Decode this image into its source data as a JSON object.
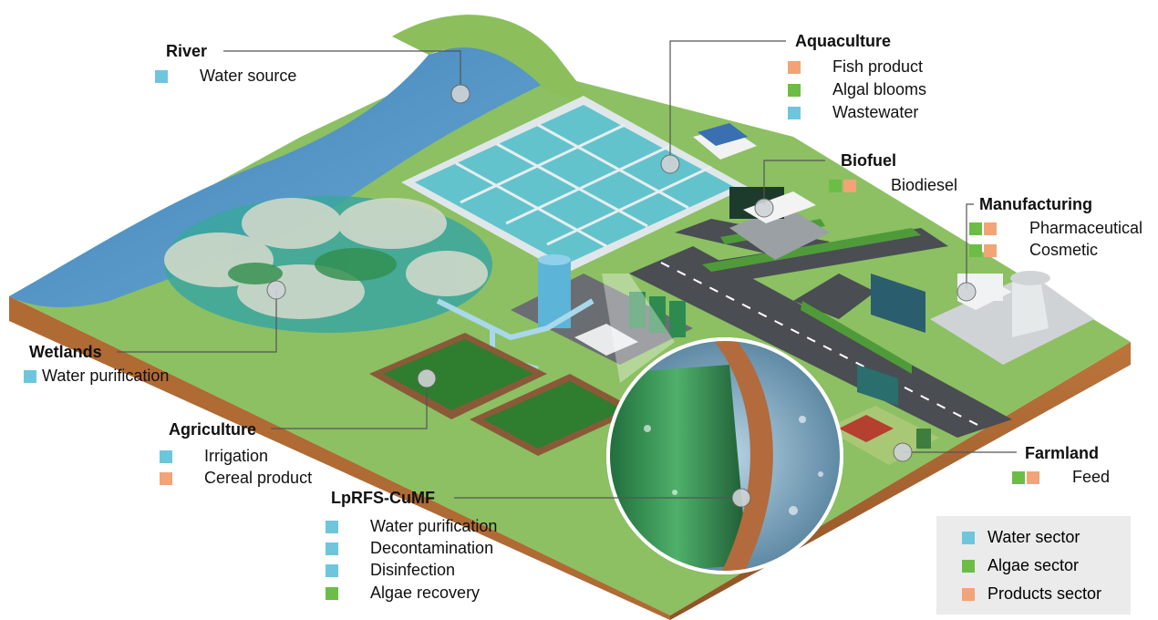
{
  "colors": {
    "water": "#6ec6dc",
    "algae": "#6cbd45",
    "products": "#f2a477"
  },
  "river": {
    "title": "River",
    "items": [
      {
        "label": "Water source",
        "sectors": [
          "water"
        ]
      }
    ]
  },
  "aquaculture": {
    "title": "Aquaculture",
    "items": [
      {
        "label": "Fish product",
        "sectors": [
          "products"
        ]
      },
      {
        "label": "Algal blooms",
        "sectors": [
          "algae"
        ]
      },
      {
        "label": "Wastewater",
        "sectors": [
          "water"
        ]
      }
    ]
  },
  "biofuel": {
    "title": "Biofuel",
    "items": [
      {
        "label": "Biodiesel",
        "sectors": [
          "algae",
          "products"
        ]
      }
    ]
  },
  "manufacturing": {
    "title": "Manufacturing",
    "items": [
      {
        "label": "Pharmaceutical",
        "sectors": [
          "algae",
          "products"
        ]
      },
      {
        "label": "Cosmetic",
        "sectors": [
          "algae",
          "products"
        ]
      }
    ]
  },
  "wetlands": {
    "title": "Wetlands",
    "items": [
      {
        "label": "Water purification",
        "sectors": [
          "water"
        ]
      }
    ]
  },
  "agriculture": {
    "title": "Agriculture",
    "items": [
      {
        "label": "Irrigation",
        "sectors": [
          "water"
        ]
      },
      {
        "label": "Cereal product",
        "sectors": [
          "products"
        ]
      }
    ]
  },
  "lprfs": {
    "title": "LpRFS-CuMF",
    "items": [
      {
        "label": "Water purification",
        "sectors": [
          "water"
        ]
      },
      {
        "label": "Decontamination",
        "sectors": [
          "water"
        ]
      },
      {
        "label": "Disinfection",
        "sectors": [
          "water"
        ]
      },
      {
        "label": "Algae recovery",
        "sectors": [
          "algae"
        ]
      }
    ]
  },
  "farmland": {
    "title": "Farmland",
    "items": [
      {
        "label": "Feed",
        "sectors": [
          "algae",
          "products"
        ]
      }
    ]
  },
  "legend": {
    "items": [
      {
        "label": "Water sector",
        "sector": "water"
      },
      {
        "label": "Algae sector",
        "sector": "algae"
      },
      {
        "label": "Products sector",
        "sector": "products"
      }
    ]
  }
}
